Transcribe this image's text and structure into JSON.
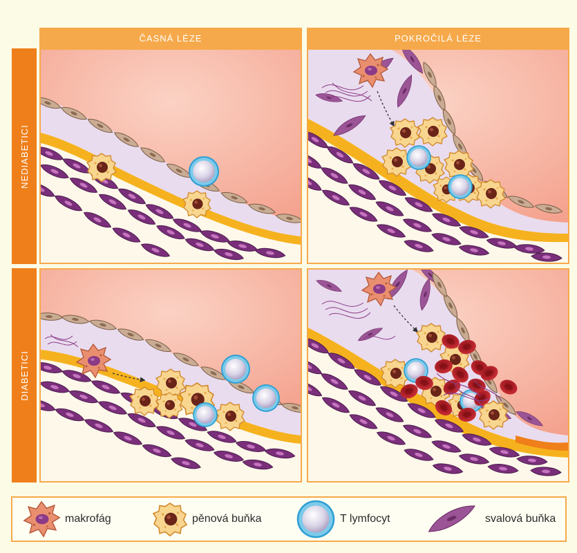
{
  "columns": [
    {
      "label": "ČASNÁ LÉZE"
    },
    {
      "label": "POKROČILÁ LÉZE"
    }
  ],
  "rows": [
    {
      "label": "NEDIABETICI"
    },
    {
      "label": "DIABETICI"
    }
  ],
  "legend": [
    {
      "label": "makrofág",
      "icon": "macrophage-icon"
    },
    {
      "label": "pěnová buňka",
      "icon": "foam-cell-icon"
    },
    {
      "label": "T lymfocyt",
      "icon": "t-lymphocyte-icon"
    },
    {
      "label": "svalová buňka",
      "icon": "muscle-cell-icon"
    }
  ],
  "colors": {
    "header": "#f6a94a",
    "row_header": "#ef7f1a",
    "lumen": "#f7b4a3",
    "intima": "#e9dcef",
    "fat_layer": "#f6b21e",
    "media_cell": "#8b3a86",
    "endothelium": "#c2a78f",
    "foam_cell": "#f8d690",
    "macrophage": "#e98f6f",
    "t_lymphocyte_ring": "#2f9fd3",
    "red_blood_cell": "#c1272d"
  }
}
